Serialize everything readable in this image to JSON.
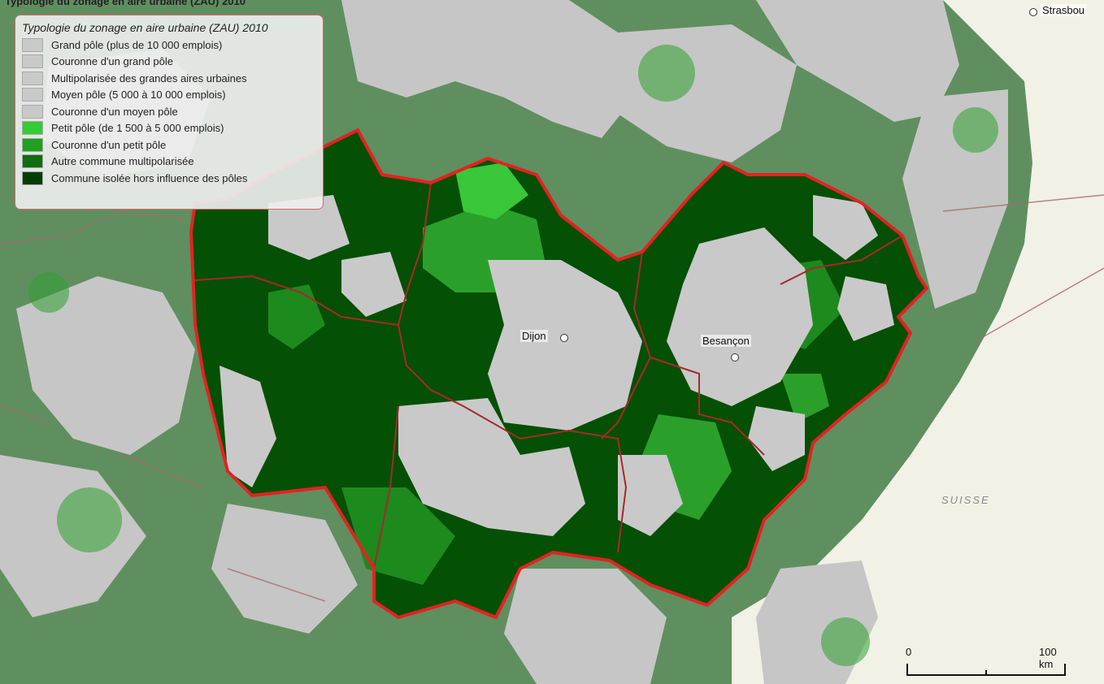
{
  "header": {
    "title": "Typologie du zonage en aire urbaine (ZAU) 2010"
  },
  "legend": {
    "title": "Typologie du zonage en aire urbaine (ZAU) 2010",
    "items": [
      {
        "label": "Grand pôle (plus de 10 000 emplois)",
        "color": "#c9c9c9"
      },
      {
        "label": "Couronne d'un grand pôle",
        "color": "#c9c9c9"
      },
      {
        "label": "Multipolarisée des grandes aires urbaines",
        "color": "#c9c9c9"
      },
      {
        "label": "Moyen pôle (5 000 à 10 000 emplois)",
        "color": "#c9c9c9"
      },
      {
        "label": "Couronne d'un moyen pôle",
        "color": "#c9c9c9"
      },
      {
        "label": "Petit pôle (de 1 500 à 5 000 emplois)",
        "color": "#33cc33"
      },
      {
        "label": "Couronne d'un petit pôle",
        "color": "#1fa01f"
      },
      {
        "label": "Autre commune multipolarisée",
        "color": "#0f6e0f"
      },
      {
        "label": "Commune isolée hors influence des pôles",
        "color": "#033d03"
      }
    ]
  },
  "map": {
    "cities": [
      {
        "name": "Dijon"
      },
      {
        "name": "Besançon"
      },
      {
        "name": "Strasbou"
      }
    ],
    "country_label": "SUISSE",
    "region_outline_color": "#e32222",
    "scale": {
      "start": "0",
      "end": "100 km"
    }
  }
}
